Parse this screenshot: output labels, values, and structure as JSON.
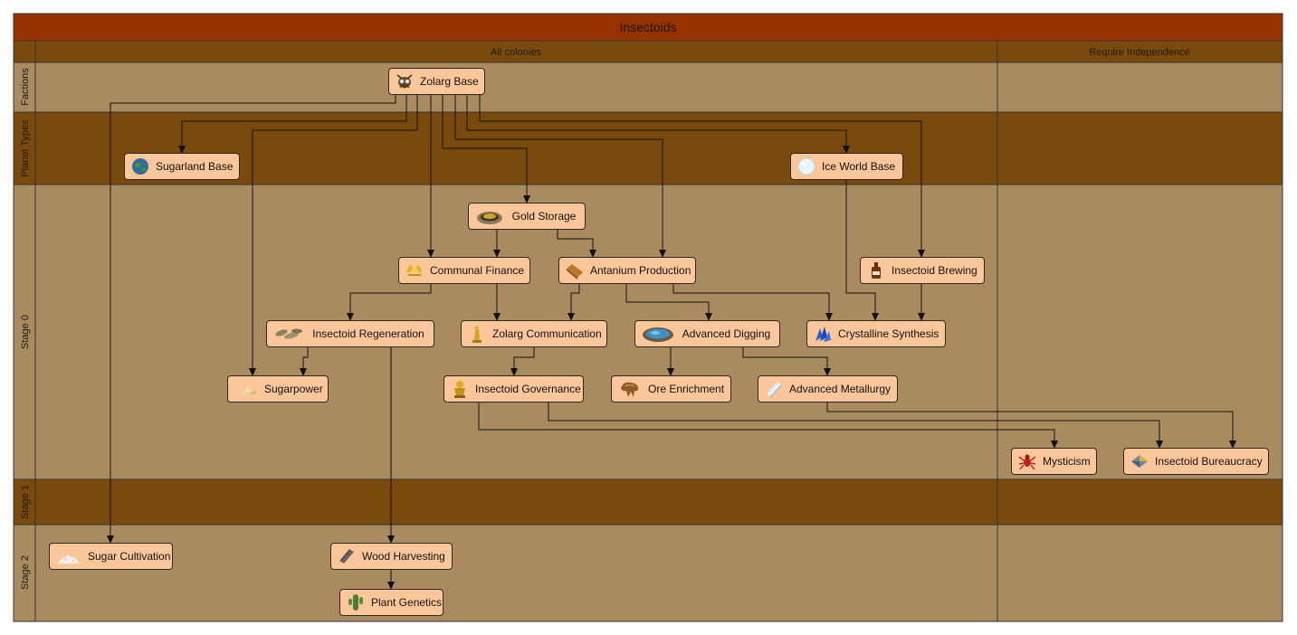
{
  "title": "Insectoids",
  "columns": [
    {
      "id": "all",
      "label": "All colonies"
    },
    {
      "id": "indep",
      "label": "Require Independence"
    }
  ],
  "lanes": [
    {
      "id": "factions",
      "label": "Factions"
    },
    {
      "id": "planet_types",
      "label": "Planet Types"
    },
    {
      "id": "stage0",
      "label": "Stage 0"
    },
    {
      "id": "stage1",
      "label": "Stage 1"
    },
    {
      "id": "stage2",
      "label": "Stage 2"
    }
  ],
  "colors": {
    "title_bar": "#973200",
    "header": "#7a4a0c",
    "lane_light": "#a98b5f",
    "lane_dark": "#7a4a0c",
    "node_fill": "#fcc69b",
    "edge": "#111111"
  },
  "nodes": [
    {
      "id": "zolarg_base",
      "label": "Zolarg Base",
      "icon": "insect-skull-icon"
    },
    {
      "id": "sugarland_base",
      "label": "Sugarland Base",
      "icon": "planet-icon"
    },
    {
      "id": "ice_world_base",
      "label": "Ice World Base",
      "icon": "ice-planet-icon"
    },
    {
      "id": "gold_storage",
      "label": "Gold Storage",
      "icon": "gold-pile-icon"
    },
    {
      "id": "communal_finance",
      "label": "Communal Finance",
      "icon": "gold-hands-icon"
    },
    {
      "id": "antanium_production",
      "label": "Antanium Production",
      "icon": "ingot-icon"
    },
    {
      "id": "insectoid_brewing",
      "label": "Insectoid Brewing",
      "icon": "bottle-icon"
    },
    {
      "id": "insectoid_regeneration",
      "label": "Insectoid Regeneration",
      "icon": "larvae-icon"
    },
    {
      "id": "zolarg_communication",
      "label": "Zolarg Communication",
      "icon": "gold-statue-icon"
    },
    {
      "id": "advanced_digging",
      "label": "Advanced Digging",
      "icon": "crater-icon"
    },
    {
      "id": "crystalline_synthesis",
      "label": "Crystalline Synthesis",
      "icon": "blue-crystal-icon"
    },
    {
      "id": "sugarpower",
      "label": "Sugarpower",
      "icon": "sugar-crystals-icon"
    },
    {
      "id": "insectoid_governance",
      "label": "Insectoid Governance",
      "icon": "golden-idol-icon"
    },
    {
      "id": "ore_enrichment",
      "label": "Ore Enrichment",
      "icon": "ore-icon"
    },
    {
      "id": "advanced_metallurgy",
      "label": "Advanced Metallurgy",
      "icon": "metal-bar-icon"
    },
    {
      "id": "mysticism",
      "label": "Mysticism",
      "icon": "red-spider-icon"
    },
    {
      "id": "insectoid_bureaucracy",
      "label": "Insectoid Bureaucracy",
      "icon": "bureaucracy-icon"
    },
    {
      "id": "sugar_cultivation",
      "label": "Sugar Cultivation",
      "icon": "sugar-pile-icon"
    },
    {
      "id": "wood_harvesting",
      "label": "Wood Harvesting",
      "icon": "wood-plank-icon"
    },
    {
      "id": "plant_genetics",
      "label": "Plant Genetics",
      "icon": "cactus-icon"
    }
  ],
  "edges": [
    {
      "from": "zolarg_base",
      "to": "sugar_cultivation"
    },
    {
      "from": "zolarg_base",
      "to": "sugarland_base"
    },
    {
      "from": "zolarg_base",
      "to": "sugarpower"
    },
    {
      "from": "zolarg_base",
      "to": "communal_finance"
    },
    {
      "from": "zolarg_base",
      "to": "gold_storage"
    },
    {
      "from": "zolarg_base",
      "to": "antanium_production"
    },
    {
      "from": "zolarg_base",
      "to": "ice_world_base"
    },
    {
      "from": "zolarg_base",
      "to": "insectoid_brewing"
    },
    {
      "from": "ice_world_base",
      "to": "crystalline_synthesis"
    },
    {
      "from": "gold_storage",
      "to": "communal_finance"
    },
    {
      "from": "gold_storage",
      "to": "antanium_production"
    },
    {
      "from": "communal_finance",
      "to": "insectoid_regeneration"
    },
    {
      "from": "communal_finance",
      "to": "zolarg_communication"
    },
    {
      "from": "antanium_production",
      "to": "zolarg_communication"
    },
    {
      "from": "antanium_production",
      "to": "advanced_digging"
    },
    {
      "from": "antanium_production",
      "to": "crystalline_synthesis"
    },
    {
      "from": "insectoid_brewing",
      "to": "crystalline_synthesis"
    },
    {
      "from": "insectoid_regeneration",
      "to": "sugarpower"
    },
    {
      "from": "insectoid_regeneration",
      "to": "wood_harvesting"
    },
    {
      "from": "zolarg_communication",
      "to": "insectoid_governance"
    },
    {
      "from": "advanced_digging",
      "to": "ore_enrichment"
    },
    {
      "from": "advanced_digging",
      "to": "advanced_metallurgy"
    },
    {
      "from": "insectoid_governance",
      "to": "mysticism"
    },
    {
      "from": "insectoid_governance",
      "to": "insectoid_bureaucracy"
    },
    {
      "from": "advanced_metallurgy",
      "to": "insectoid_bureaucracy"
    },
    {
      "from": "wood_harvesting",
      "to": "plant_genetics"
    }
  ]
}
